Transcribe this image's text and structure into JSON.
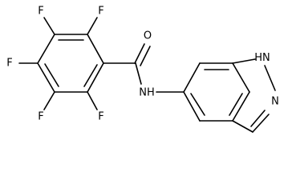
{
  "molecule": {
    "atoms": {
      "f_top_left": "F",
      "f_top_right": "F",
      "f_left_upper": "F",
      "f_left_lower": "F",
      "f_bottom_right": "F",
      "o_carbonyl": "O",
      "nh_amide": "NH",
      "nh_indazole": "N",
      "h_indazole": "H",
      "n_indazole": "N"
    }
  }
}
